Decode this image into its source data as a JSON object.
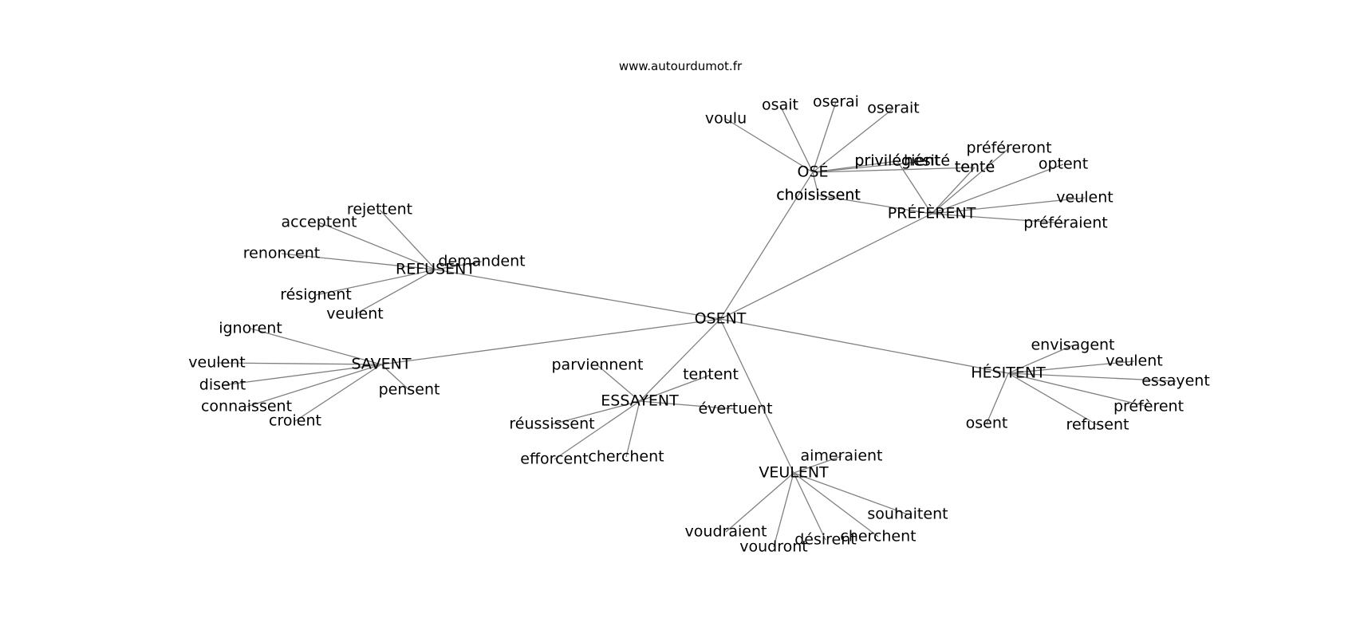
{
  "header": {
    "site": "www.autourdumot.fr"
  },
  "graph": {
    "center": "OSENT",
    "groups": [
      {
        "hub": "OSÉ",
        "leaves": [
          "voulu",
          "osait",
          "oserai",
          "oserait",
          "privilégient",
          "hésité",
          "tenté",
          "choisissent"
        ]
      },
      {
        "hub": "PRÉFÈRENT",
        "leaves": [
          "préféreront",
          "optent",
          "veulent",
          "préféraient",
          "choisissent",
          "privilégient",
          "tenté"
        ]
      },
      {
        "hub": "REFUSENT",
        "leaves": [
          "rejettent",
          "acceptent",
          "renoncent",
          "demandent",
          "résignent",
          "veulent"
        ]
      },
      {
        "hub": "SAVENT",
        "leaves": [
          "ignorent",
          "veulent",
          "disent",
          "connaissent",
          "croient",
          "pensent"
        ]
      },
      {
        "hub": "ESSAYENT",
        "leaves": [
          "parviennent",
          "tentent",
          "réussissent",
          "évertuent",
          "efforcent",
          "cherchent"
        ]
      },
      {
        "hub": "VEULENT",
        "leaves": [
          "aimeraient",
          "souhaitent",
          "voudraient",
          "voudront",
          "désirent",
          "cherchent"
        ]
      },
      {
        "hub": "HÉSITENT",
        "leaves": [
          "envisagent",
          "veulent",
          "essayent",
          "préfèrent",
          "osent",
          "refusent"
        ]
      }
    ]
  }
}
